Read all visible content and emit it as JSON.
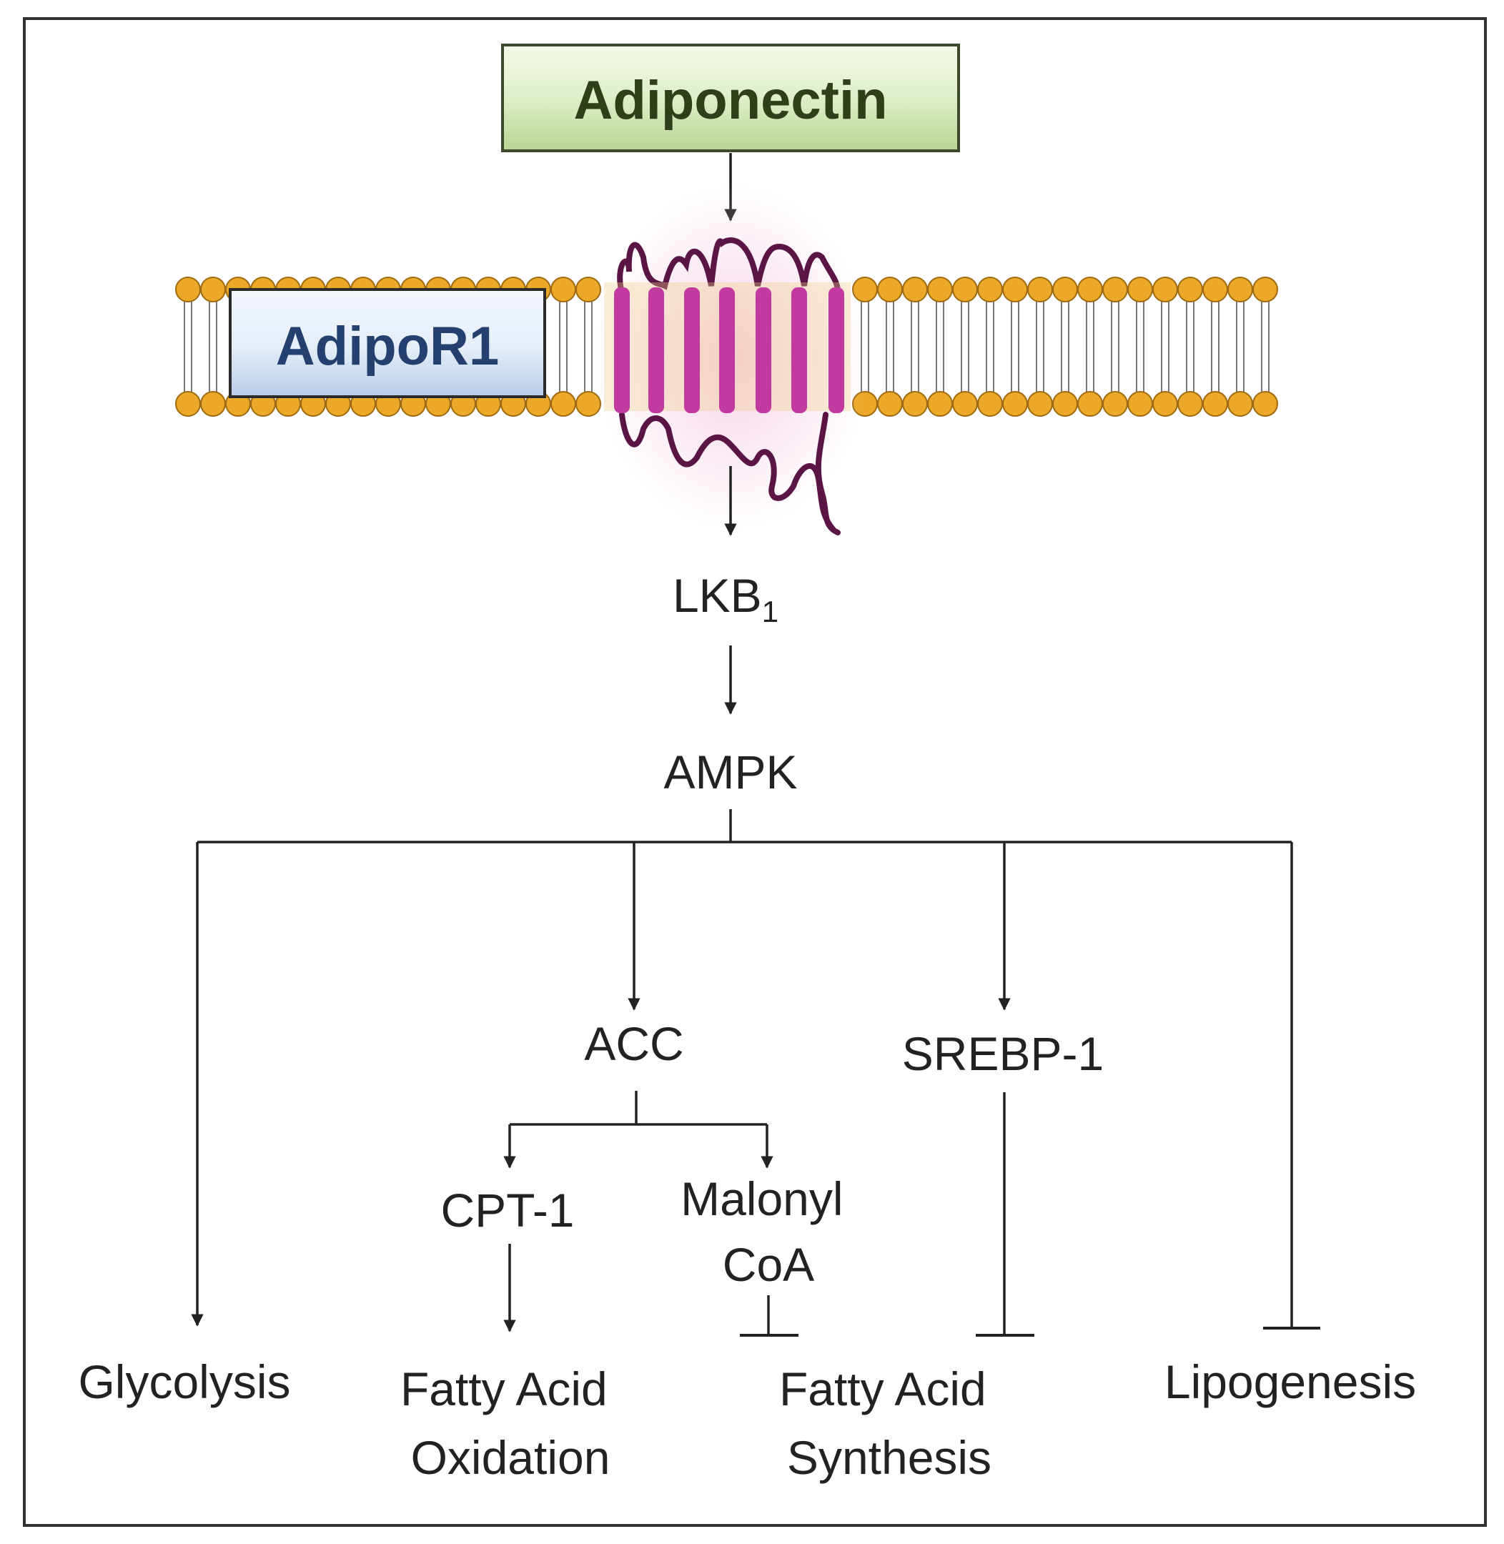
{
  "nodes": {
    "adiponectin": "Adiponectin",
    "adipor1": "AdipoR1",
    "lkb": "LKB",
    "lkb_subscript": "1",
    "ampk": "AMPK",
    "acc": "ACC",
    "srebp1": "SREBP-1",
    "cpt1": "CPT-1",
    "malonyl_line1": "Malonyl",
    "malonyl_line2": "CoA",
    "glycolysis": "Glycolysis",
    "fao_line1": "Fatty Acid",
    "fao_line2": "Oxidation",
    "fas_line1": "Fatty Acid",
    "fas_line2": "Synthesis",
    "lipogenesis": "Lipogenesis"
  },
  "colors": {
    "adiponectin_text": "#2f3f1a",
    "adiponectin_fill": "#dfeec9",
    "adiponectin_border": "#3d4a2a",
    "adipor1_text": "#24406e",
    "adipor1_fill": "#e4edf8",
    "adipor1_border": "#2a2a2a",
    "lipid_head": "#eba829",
    "lipid_head_border": "#a06a10",
    "receptor_helix": "#c2399f",
    "receptor_loop": "#5a1545",
    "connector": "#222222"
  }
}
